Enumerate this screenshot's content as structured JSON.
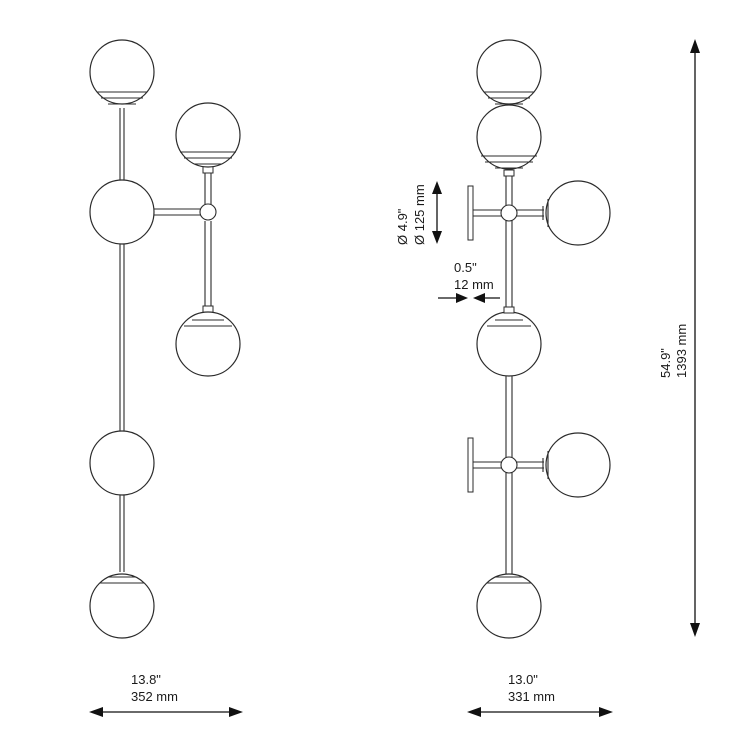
{
  "dimensions": {
    "front_width": {
      "imperial": "13.8\"",
      "metric": "352 mm"
    },
    "side_width": {
      "imperial": "13.0\"",
      "metric": "331 mm"
    },
    "height": {
      "imperial": "54.9\"",
      "metric": "1393 mm"
    },
    "globe_diameter": {
      "imperial": "Ø 4.9\"",
      "metric": "Ø 125 mm"
    },
    "backplate_depth": {
      "imperial": "0.5\"",
      "metric": "12 mm"
    }
  }
}
